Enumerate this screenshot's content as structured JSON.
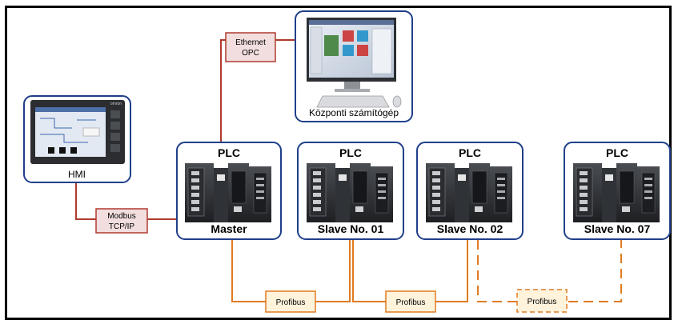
{
  "pc": {
    "label": "Központi számítógép"
  },
  "hmi": {
    "label": "HMI",
    "brand": "omron"
  },
  "boxes": {
    "ethernet": {
      "line1": "Ethernet",
      "line2": "OPC"
    },
    "modbus": {
      "line1": "Modbus",
      "line2": "TCP/IP"
    },
    "profibus1": {
      "label": "Profibus"
    },
    "profibus2": {
      "label": "Profibus"
    },
    "profibus3": {
      "label": "Profibus"
    }
  },
  "plcs": [
    {
      "title": "PLC",
      "name": "Master"
    },
    {
      "title": "PLC",
      "name": "Slave No. 01"
    },
    {
      "title": "PLC",
      "name": "Slave No. 02"
    },
    {
      "title": "PLC",
      "name": "Slave No. 07"
    }
  ],
  "colors": {
    "ethernet_line": "#b03a2e",
    "ethernet_box_fill": "#f2dede",
    "profibus_line": "#e07b20",
    "profibus_box_fill": "#fff3dc",
    "plc_border": "#1f3f8a"
  }
}
